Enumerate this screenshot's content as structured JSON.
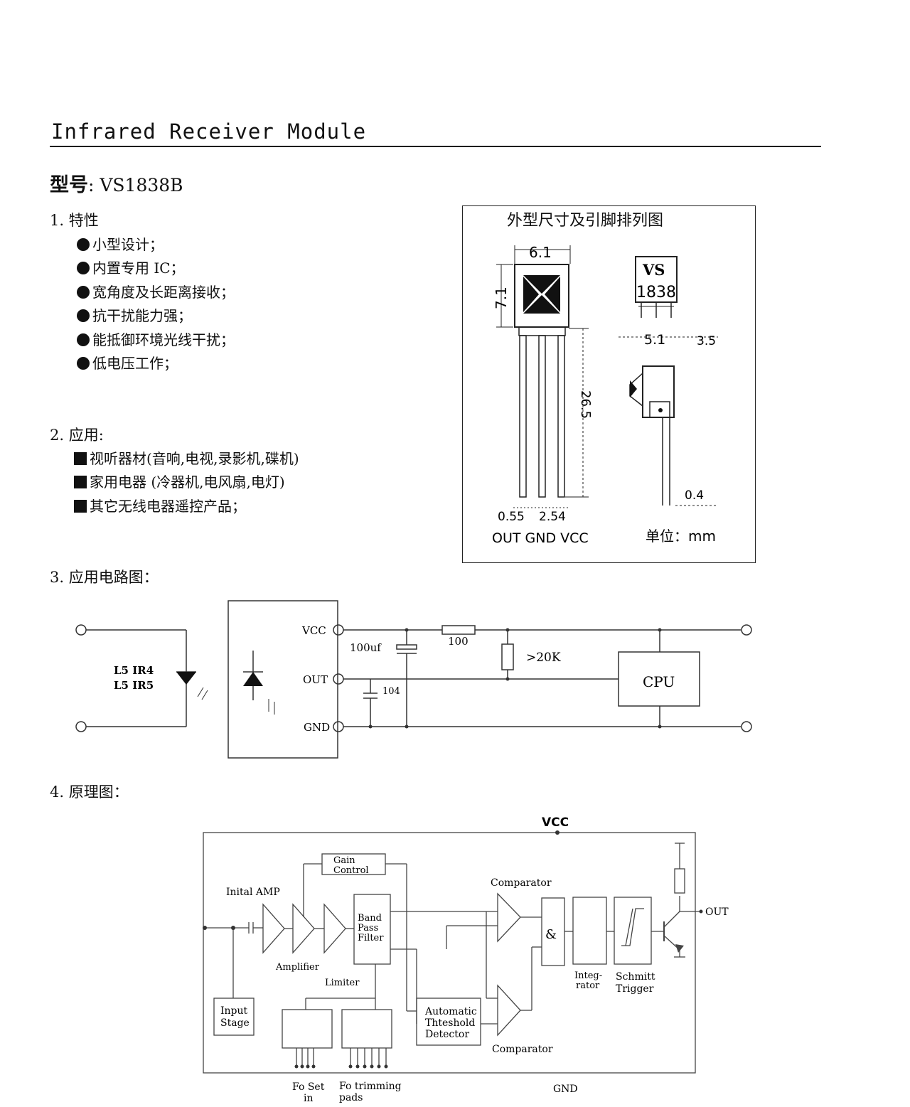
{
  "doc": {
    "title": "Infrared Receiver Module",
    "model_label": "型号",
    "model_value": ": VS1838B"
  },
  "features": {
    "heading": "1.  特性",
    "items": [
      "小型设计；",
      "内置专用 IC；",
      "宽角度及长距离接收；",
      "抗干扰能力强；",
      "能抵御环境光线干扰；",
      "低电压工作；"
    ]
  },
  "applications": {
    "heading": "2.  应用:",
    "items": [
      "视听器材(音响,电视,录影机,碟机)",
      "家用电器 (冷器机,电风扇,电灯)",
      "其它无线电器遥控产品；"
    ]
  },
  "package": {
    "title": "外型尺寸及引脚排列图",
    "dims": {
      "width": "6.1",
      "height": "7.1",
      "lead_length": "26.5",
      "side_width": "5.1",
      "side_depth": "3.5",
      "lead_thickness": "0.4",
      "lead_width": "0.55",
      "pitch": "2.54"
    },
    "marking_top": "VS",
    "marking_bottom": "1838",
    "pins": "OUT GND VCC",
    "unit": "单位：mm"
  },
  "circuit": {
    "heading": "3.  应用电路图：",
    "led_label_1": "L5  IR4",
    "led_label_2": "L5  IR5",
    "vcc": "VCC",
    "out": "OUT",
    "gnd": "GND",
    "cap1": "100uf",
    "cap2": "104",
    "resistor1": "100",
    "resistor2": ">20K",
    "cpu": "CPU"
  },
  "principle": {
    "heading": "4.  原理图：",
    "vcc": "VCC",
    "gnd": "GND",
    "out": "OUT",
    "gain_control_1": "Gain",
    "gain_control_2": "Control",
    "initial_amp": "Inital AMP",
    "amplifier": "Amplifier",
    "limiter": "Limiter",
    "bandpass_1": "Band",
    "bandpass_2": "Pass",
    "bandpass_3": "Filter",
    "comparator_top": "Comparator",
    "comparator_bottom": "Comparator",
    "and_gate": "&",
    "integrator_1": "Integ-",
    "integrator_2": "rator",
    "schmitt_1": "Schmitt",
    "schmitt_2": "Trigger",
    "input_stage_1": "Input",
    "input_stage_2": "Stage",
    "atd_1": "Automatic",
    "atd_2": "Thteshold",
    "atd_3": "Detector",
    "fo_set_1": "Fo Set",
    "fo_set_2": "in",
    "fo_trim_1": "Fo trimming",
    "fo_trim_2": "pads"
  }
}
